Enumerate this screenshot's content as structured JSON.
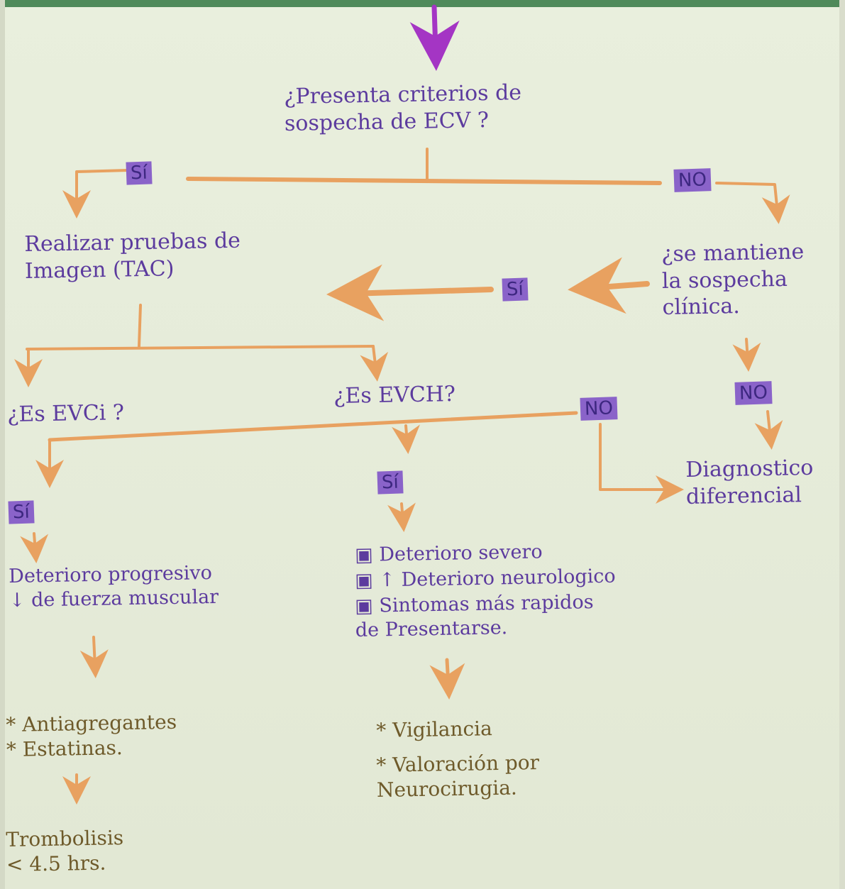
{
  "colors": {
    "ink": "#5c3b9e",
    "arrow": "#e8a160",
    "tag_fill": "#8a63c9",
    "alt_ink": "#6e5a2a"
  },
  "question_main": "¿Presenta criterios de\nsospecha de ECV ?",
  "yes_label_1": "Sí",
  "no_label_1": "NO",
  "step_imaging": "Realizar pruebas de\nImagen (TAC)",
  "question_keep": "¿se mantiene\nla sospecha\nclínica.",
  "yes_label_2": "Sí",
  "no_label_2": "NO",
  "question_evci": "¿Es EVCi ?",
  "question_evch": "¿Es EVCH?",
  "no_label_3": "NO",
  "diagnosis": "Diagnostico\ndiferencial",
  "yes_label_3": "Sí",
  "yes_label_4": "Sí",
  "evci_findings": "Deterioro progresivo\n↓ de fuerza muscular",
  "evch_findings": [
    "Deterioro severo",
    "↑ Deterioro neurologico",
    "Sintomas más rapidos\nde Presentarse."
  ],
  "evci_treatment": "* Antiagregantes\n* Estatinas.",
  "evci_thrombolysis": "Trombolisis\n< 4.5 hrs.",
  "evch_management": [
    "* Vigilancia",
    "* Valoración por\nNeurocirugia."
  ]
}
